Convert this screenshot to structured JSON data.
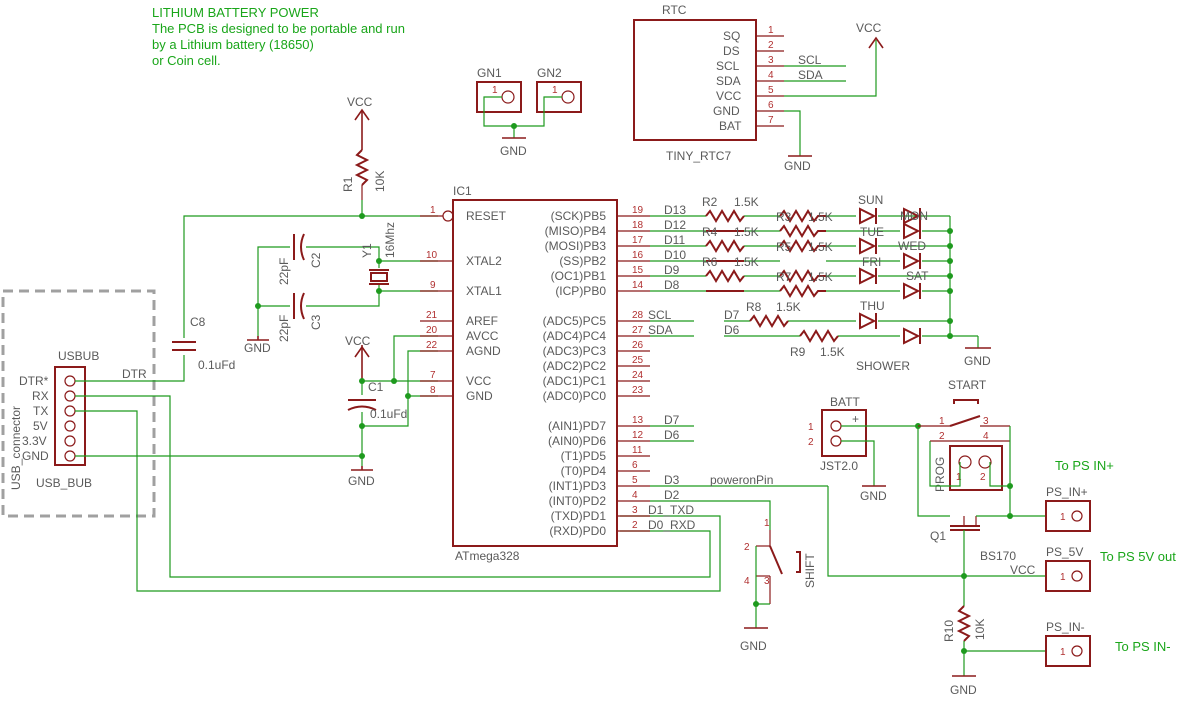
{
  "notes": {
    "battery_title": "LITHIUM BATTERY POWER",
    "battery_line1": "The PCB is designed to be portable and run",
    "battery_line2": "by a Lithium battery (18650)",
    "battery_line3": "or Coin cell.",
    "to_ps_in_plus": "To PS IN+",
    "to_ps_5v": "To PS 5V out",
    "to_ps_in_minus": "To PS IN-"
  },
  "power": {
    "vcc": "VCC",
    "gnd": "GND"
  },
  "ic1": {
    "ref": "IC1",
    "name": "ATmega328",
    "left_pins": [
      {
        "num": "1",
        "label": "RESET"
      },
      {
        "num": "10",
        "label": "XTAL2"
      },
      {
        "num": "9",
        "label": "XTAL1"
      },
      {
        "num": "21",
        "label": "AREF"
      },
      {
        "num": "20",
        "label": "AVCC"
      },
      {
        "num": "22",
        "label": "AGND"
      },
      {
        "num": "7",
        "label": "VCC"
      },
      {
        "num": "8",
        "label": "GND"
      }
    ],
    "right_pins": [
      {
        "num": "19",
        "label": "(SCK)PB5"
      },
      {
        "num": "18",
        "label": "(MISO)PB4"
      },
      {
        "num": "17",
        "label": "(MOSI)PB3"
      },
      {
        "num": "16",
        "label": "(SS)PB2"
      },
      {
        "num": "15",
        "label": "(OC1)PB1"
      },
      {
        "num": "14",
        "label": "(ICP)PB0"
      },
      {
        "num": "28",
        "label": "(ADC5)PC5"
      },
      {
        "num": "27",
        "label": "(ADC4)PC4"
      },
      {
        "num": "26",
        "label": "(ADC3)PC3"
      },
      {
        "num": "25",
        "label": "(ADC2)PC2"
      },
      {
        "num": "24",
        "label": "(ADC1)PC1"
      },
      {
        "num": "23",
        "label": "(ADC0)PC0"
      },
      {
        "num": "13",
        "label": "(AIN1)PD7"
      },
      {
        "num": "12",
        "label": "(AIN0)PD6"
      },
      {
        "num": "11",
        "label": "(T1)PD5"
      },
      {
        "num": "6",
        "label": "(T0)PD4"
      },
      {
        "num": "5",
        "label": "(INT1)PD3"
      },
      {
        "num": "4",
        "label": "(INT0)PD2"
      },
      {
        "num": "3",
        "label": "(TXD)PD1"
      },
      {
        "num": "2",
        "label": "(RXD)PD0"
      }
    ]
  },
  "nets": {
    "d13": "D13",
    "d12": "D12",
    "d11": "D11",
    "d10": "D10",
    "d9": "D9",
    "d8": "D8",
    "scl": "SCL",
    "sda": "SDA",
    "d7": "D7",
    "d6": "D6",
    "d3": "D3",
    "d2": "D2",
    "d1": "D1_TXD",
    "d0": "D0_RXD",
    "poweron": "poweronPin",
    "dtr": "DTR",
    "vcc_net": "VCC",
    "d7_led": "D7",
    "d6_led": "D6"
  },
  "resistors": {
    "r1": {
      "ref": "R1",
      "value": "10K"
    },
    "r2": {
      "ref": "R2",
      "value": "1.5K"
    },
    "r3": {
      "ref": "R3",
      "value": "1.5K"
    },
    "r4": {
      "ref": "R4",
      "value": "1.5K"
    },
    "r5": {
      "ref": "R5",
      "value": "1.5K"
    },
    "r6": {
      "ref": "R6",
      "value": "1.5K"
    },
    "r7": {
      "ref": "R7",
      "value": "1.5K"
    },
    "r8": {
      "ref": "R8",
      "value": "1.5K"
    },
    "r9": {
      "ref": "R9",
      "value": "1.5K"
    },
    "r10": {
      "ref": "R10",
      "value": "10K"
    }
  },
  "caps": {
    "c1": {
      "ref": "C1",
      "value": "0.1uFd"
    },
    "c2": {
      "ref": "C2",
      "value": "22pF"
    },
    "c3": {
      "ref": "C3",
      "value": "22pF"
    },
    "c8": {
      "ref": "C8",
      "value": "0.1uFd"
    }
  },
  "crystal": {
    "ref": "Y1",
    "value": "16Mhz"
  },
  "leds": [
    "SUN",
    "MON",
    "TUE",
    "WED",
    "FRI",
    "SAT",
    "THU",
    "SHOWER"
  ],
  "gn1": "GN1",
  "gn2": "GN2",
  "rtc": {
    "title": "RTC",
    "name": "TINY_RTC7",
    "pins": [
      {
        "num": "1",
        "label": "SQ"
      },
      {
        "num": "2",
        "label": "DS"
      },
      {
        "num": "3",
        "label": "SCL"
      },
      {
        "num": "4",
        "label": "SDA"
      },
      {
        "num": "5",
        "label": "VCC"
      },
      {
        "num": "6",
        "label": "GND"
      },
      {
        "num": "7",
        "label": "BAT"
      }
    ],
    "scl_net": "SCL",
    "sda_net": "SDA"
  },
  "usb": {
    "ref": "USBUB",
    "name": "USB_BUB",
    "frame_label": "USB_connector",
    "pins": [
      "DTR*",
      "RX",
      "TX",
      "5V",
      "3.3V",
      "GND"
    ]
  },
  "batt": {
    "ref": "BATT",
    "name": "JST2.0",
    "plus": "+",
    "pin1": "1",
    "pin2": "2"
  },
  "start": {
    "ref": "START",
    "p1": "1",
    "p2": "2",
    "p3": "3",
    "p4": "4"
  },
  "prog": {
    "ref": "PROG",
    "p1": "1",
    "p2": "2"
  },
  "shift": {
    "ref": "SHIFT",
    "p1": "1",
    "p2": "2",
    "p3": "3",
    "p4": "4"
  },
  "q1": {
    "ref": "Q1",
    "name": "BS170"
  },
  "conn": {
    "ps_in_plus": "PS_IN+",
    "ps_5v": "PS_5V",
    "ps_in_minus": "PS_IN-",
    "pin": "1"
  }
}
